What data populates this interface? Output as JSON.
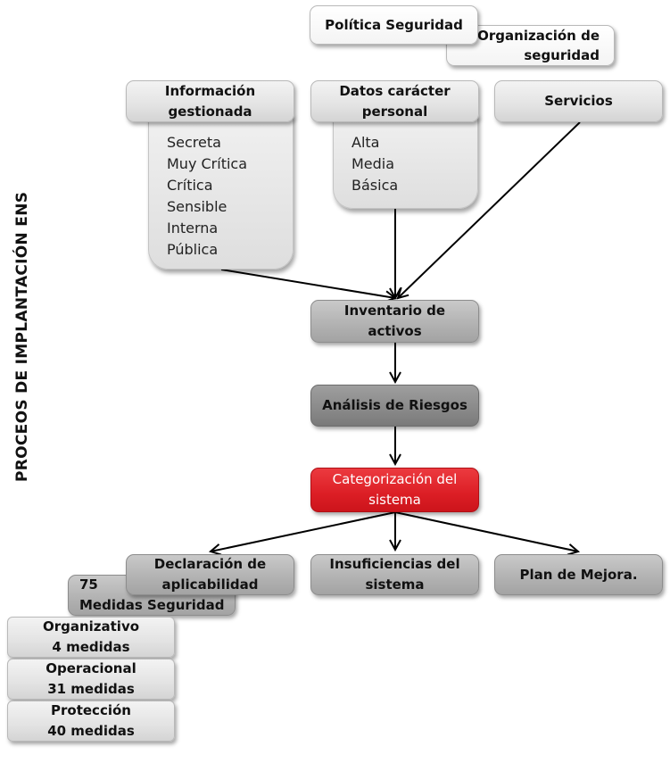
{
  "side_title": "PROCEOS DE IMPLANTACIÓN ENS",
  "top": {
    "politica": "Política Seguridad",
    "organizacion": [
      "Organización de",
      "seguridad"
    ]
  },
  "sources": {
    "informacion": {
      "title": [
        "Información",
        "gestionada"
      ],
      "items": [
        "Secreta",
        "Muy Crítica",
        "Crítica",
        "Sensible",
        "Interna",
        "Pública"
      ]
    },
    "datos": {
      "title": [
        "Datos carácter",
        "personal"
      ],
      "items": [
        "Alta",
        "Media",
        "Básica"
      ]
    },
    "servicios": {
      "title": "Servicios"
    }
  },
  "flow": {
    "inventario": [
      "Inventario de",
      "activos"
    ],
    "analisis": "Análisis de Riesgos",
    "categorizacion": [
      "Categorización del",
      "sistema"
    ]
  },
  "outputs": {
    "declaracion": [
      "Declaración de",
      "aplicabilidad"
    ],
    "insuficiencias": [
      "Insuficiencias del",
      "sistema"
    ],
    "plan": "Plan de Mejora."
  },
  "medidas": {
    "total": [
      "75",
      "Medidas Seguridad"
    ],
    "groups": [
      {
        "name": "Organizativo",
        "count": "4 medidas"
      },
      {
        "name": "Operacional",
        "count": "31 medidas"
      },
      {
        "name": "Protección",
        "count": "40 medidas"
      }
    ]
  },
  "colors": {
    "highlight": "#dc1e25",
    "arrow": "#000000"
  }
}
